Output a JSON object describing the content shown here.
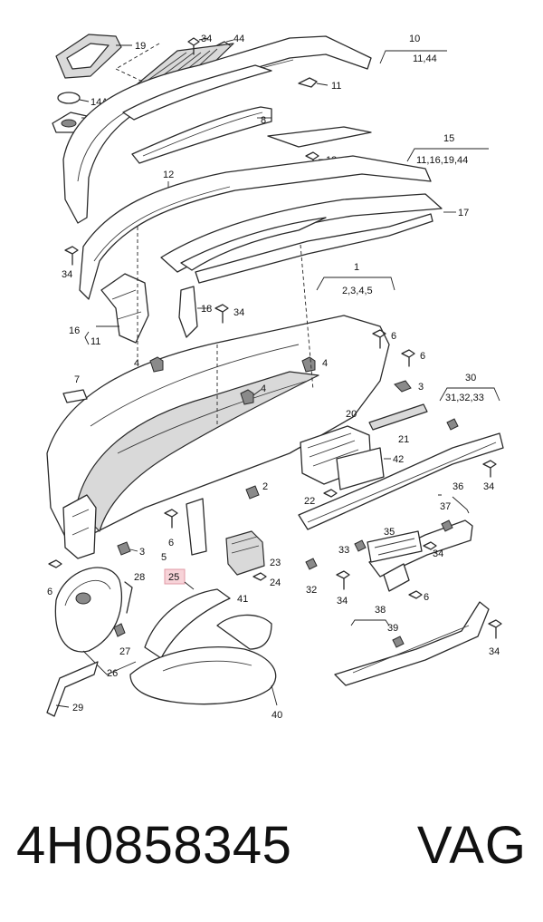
{
  "diagram": {
    "labels": {
      "l19": "19",
      "l34a": "34",
      "l44": "44",
      "l10": "10",
      "l10sub": "11,44",
      "l14a": "14A",
      "l14": "14",
      "l11a": "11",
      "l8": "8",
      "l15": "15",
      "l15sub": "11,16,19,44",
      "l13": "13",
      "l12": "12",
      "l17": "17",
      "l34b": "34",
      "l1": "1",
      "l1sub": "2,3,4,5",
      "l16": "16",
      "l16sub": "11",
      "l18": "18",
      "l34c": "34",
      "l6a": "6",
      "l6b": "6",
      "l4a": "4",
      "l4b": "4",
      "l3a": "3",
      "l7": "7",
      "l4c": "4",
      "l30": "30",
      "l30sub": "31,32,33",
      "l20": "20",
      "l21": "21",
      "l2": "2",
      "l6c": "6",
      "l42": "42",
      "l34d": "34",
      "l22": "22",
      "l36": "36",
      "l37": "37",
      "l5": "5",
      "l3b": "3",
      "l35": "35",
      "l23": "23",
      "l33": "33",
      "l34e": "34",
      "l28": "28",
      "l25": "25",
      "l24": "24",
      "l6d": "6",
      "l32": "32",
      "l34f": "34",
      "l6e": "6",
      "l41": "41",
      "l38": "38",
      "l39": "39",
      "l34g": "34",
      "l27": "27",
      "l26": "26",
      "l29": "29",
      "l40": "40"
    },
    "highlight_color": "#f7d3d8"
  },
  "footer": {
    "part_number": "4H0858345",
    "brand": "VAG"
  }
}
